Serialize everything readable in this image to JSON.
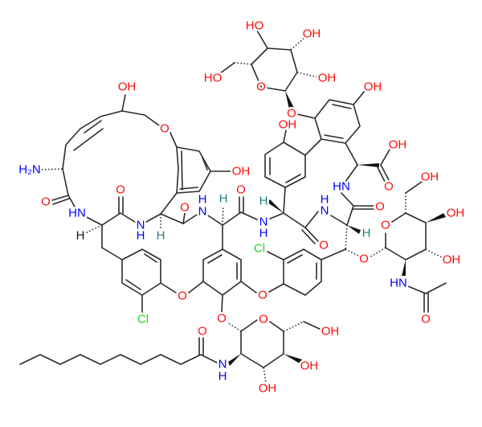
{
  "title": "Chemical structure diagram (glycopeptide)",
  "colors": {
    "O": "#ff0d0d",
    "N": "#0000ff",
    "Cl": "#1fd31f",
    "H": "#1a8080",
    "C": "#111111"
  },
  "atom_labels": [
    {
      "text": "HO",
      "element": "O"
    },
    {
      "text": "OH",
      "element": "O"
    },
    {
      "text": "OH",
      "element": "O"
    },
    {
      "text": "O",
      "element": "O"
    },
    {
      "text": "HO",
      "element": "O"
    },
    {
      "text": "O",
      "element": "O"
    },
    {
      "text": "OH",
      "element": "O"
    },
    {
      "text": "OH",
      "element": "O"
    },
    {
      "text": "OH",
      "element": "O"
    },
    {
      "text": "O",
      "element": "O"
    },
    {
      "text": "HN",
      "element": "N"
    },
    {
      "text": "OH",
      "element": "O"
    },
    {
      "text": "O",
      "element": "O"
    },
    {
      "text": "OH",
      "element": "O"
    },
    {
      "text": "O",
      "element": "O"
    },
    {
      "text": "OH",
      "element": "O"
    },
    {
      "text": "H₂N",
      "element": "N"
    },
    {
      "text": "O",
      "element": "O"
    },
    {
      "text": "HN",
      "element": "N"
    },
    {
      "text": "O",
      "element": "O"
    },
    {
      "text": "N",
      "element": "N"
    },
    {
      "text": "H",
      "element": "N"
    },
    {
      "text": "H",
      "element": "C"
    },
    {
      "text": "H",
      "element": "H"
    },
    {
      "text": "O",
      "element": "O"
    },
    {
      "text": "H",
      "element": "H"
    },
    {
      "text": "N",
      "element": "N"
    },
    {
      "text": "H",
      "element": "N"
    },
    {
      "text": "O",
      "element": "O"
    },
    {
      "text": "N",
      "element": "N"
    },
    {
      "text": "H",
      "element": "N"
    },
    {
      "text": "H",
      "element": "H"
    },
    {
      "text": "N",
      "element": "N"
    },
    {
      "text": "H",
      "element": "N"
    },
    {
      "text": "HN",
      "element": "N"
    },
    {
      "text": "O",
      "element": "O"
    },
    {
      "text": "H",
      "element": "H"
    },
    {
      "text": "O",
      "element": "O"
    },
    {
      "text": "Cl",
      "element": "Cl"
    },
    {
      "text": "O",
      "element": "O"
    },
    {
      "text": "O",
      "element": "O"
    },
    {
      "text": "OH",
      "element": "O"
    },
    {
      "text": "OH",
      "element": "O"
    },
    {
      "text": "HN",
      "element": "N"
    },
    {
      "text": "O",
      "element": "O"
    },
    {
      "text": "O",
      "element": "O"
    },
    {
      "text": "Cl",
      "element": "Cl"
    },
    {
      "text": "O",
      "element": "O"
    },
    {
      "text": "O",
      "element": "O"
    },
    {
      "text": "O",
      "element": "O"
    },
    {
      "text": "OH",
      "element": "O"
    },
    {
      "text": "O",
      "element": "O"
    },
    {
      "text": "N",
      "element": "N"
    },
    {
      "text": "H",
      "element": "N"
    },
    {
      "text": "OH",
      "element": "O"
    },
    {
      "text": "OH",
      "element": "O"
    }
  ]
}
